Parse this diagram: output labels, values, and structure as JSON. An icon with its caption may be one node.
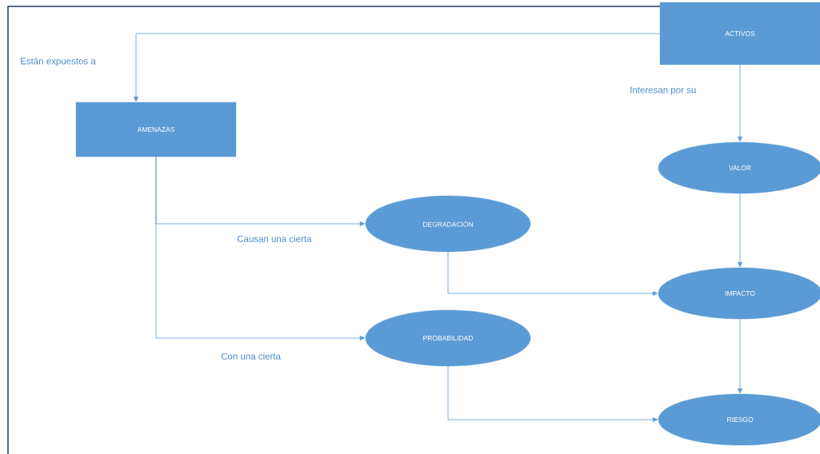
{
  "diagram": {
    "nodes": [
      {
        "text": [
          "ACTIVOS"
        ]
      },
      {
        "text": [
          "AMENAZAS"
        ]
      },
      {
        "text": [
          "VALOR"
        ]
      },
      {
        "text": [
          "DEGRADACIÓN"
        ]
      },
      {
        "text": [
          "IMPACTO"
        ]
      },
      {
        "text": [
          "PROBABILIDAD"
        ]
      },
      {
        "text": [
          "RIESGO"
        ]
      }
    ],
    "edges": [
      {
        "from": 0,
        "to": 1,
        "arrow": "to",
        "label": "Están expuestos a"
      },
      {
        "from": 0,
        "to": 2,
        "arrow": "to",
        "label": "Interesan por su"
      },
      {
        "from": 1,
        "to": 3,
        "arrow": "to",
        "label": "Causan una cierta"
      },
      {
        "from": 1,
        "to": 5,
        "arrow": "to",
        "label": "Con una cierta"
      },
      {
        "from": 2,
        "to": 4,
        "arrow": "to"
      },
      {
        "from": 3,
        "to": 4,
        "arrow": "to"
      },
      {
        "from": 4,
        "to": 6,
        "arrow": "to"
      },
      {
        "from": 5,
        "to": 6,
        "arrow": "to"
      }
    ]
  }
}
